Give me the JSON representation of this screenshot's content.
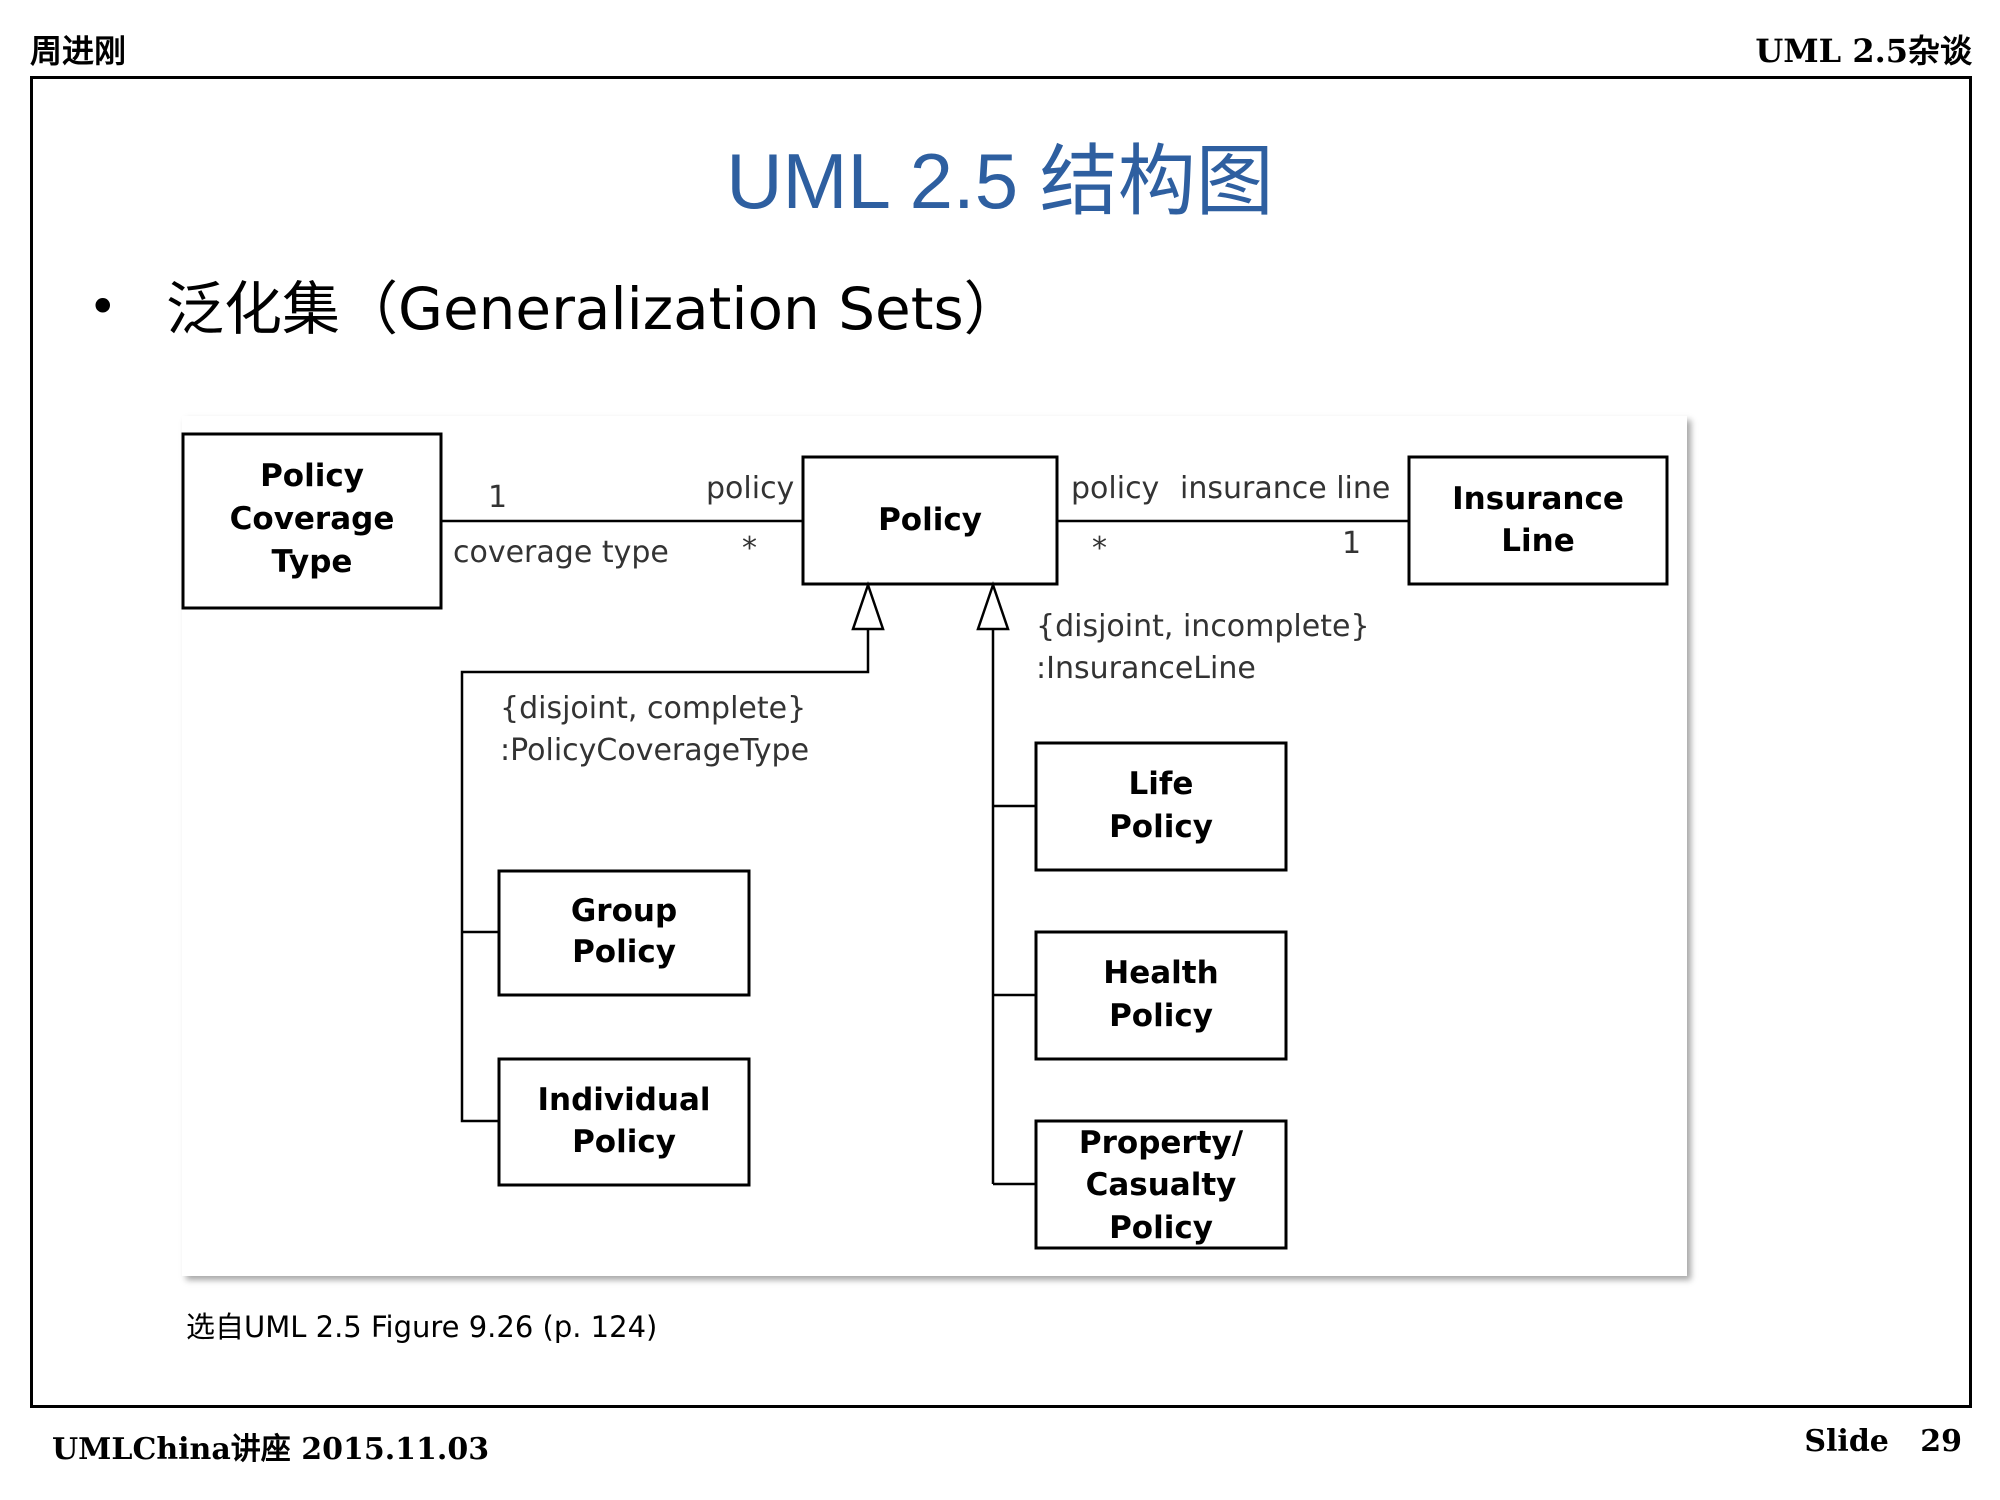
{
  "header": {
    "left": "周进刚",
    "right": "UML 2.5杂谈"
  },
  "slide": {
    "title": "UML 2.5 结构图",
    "bullet_symbol": "•",
    "bullet": "泛化集（Generalization Sets）",
    "caption": "选自UML 2.5 Figure 9.26 (p. 124)"
  },
  "diagram": {
    "classes": {
      "policy_coverage_type": [
        "Policy",
        "Coverage",
        "Type"
      ],
      "policy": [
        "Policy"
      ],
      "insurance_line": [
        "Insurance",
        "Line"
      ],
      "group_policy": [
        "Group",
        "Policy"
      ],
      "individual_policy": [
        "Individual",
        "Policy"
      ],
      "life_policy": [
        "Life",
        "Policy"
      ],
      "health_policy": [
        "Health",
        "Policy"
      ],
      "property_casualty_policy": [
        "Property/",
        "Casualty",
        "Policy"
      ]
    },
    "assoc_left": {
      "mult_near_pct": "1",
      "role_near_pct": "coverage type",
      "role_near_policy": "policy",
      "mult_near_policy": "*"
    },
    "assoc_right": {
      "role_near_policy": "policy",
      "mult_near_policy": "*",
      "role_near_line": "insurance line",
      "mult_near_line": "1"
    },
    "gen_set_left": [
      "{disjoint, complete}",
      ":PolicyCoverageType"
    ],
    "gen_set_right": [
      "{disjoint, incomplete}",
      ":InsuranceLine"
    ]
  },
  "footer": {
    "left": "UMLChina讲座 2015.11.03",
    "slide_label": "Slide",
    "slide_number": "29"
  }
}
